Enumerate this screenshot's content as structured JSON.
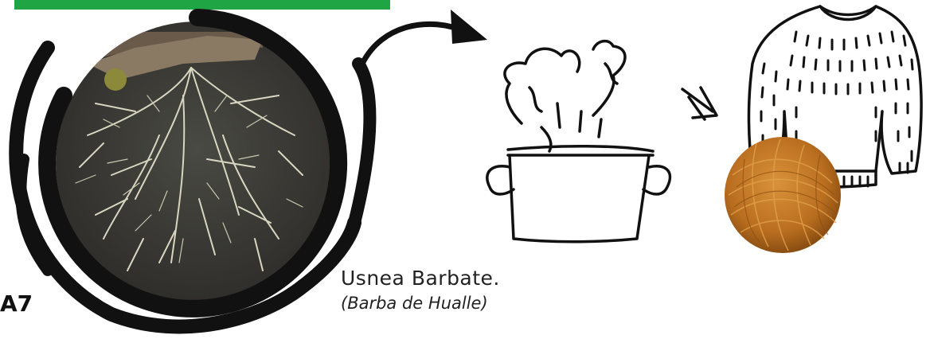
{
  "caption": {
    "species": "Usnea Barbate.",
    "common_name": "(Barba de Hualle)"
  },
  "logo_fragment": "A7",
  "colors": {
    "accent_bar": "#1fa544",
    "ring": "#111111",
    "yarn": "#c07a24",
    "lichen": "#d8d6c0"
  },
  "icons": [
    "lichen-photo",
    "arrow-icon",
    "steaming-pot-icon",
    "double-arrow-icon",
    "sweater-icon",
    "yarn-ball-icon"
  ]
}
